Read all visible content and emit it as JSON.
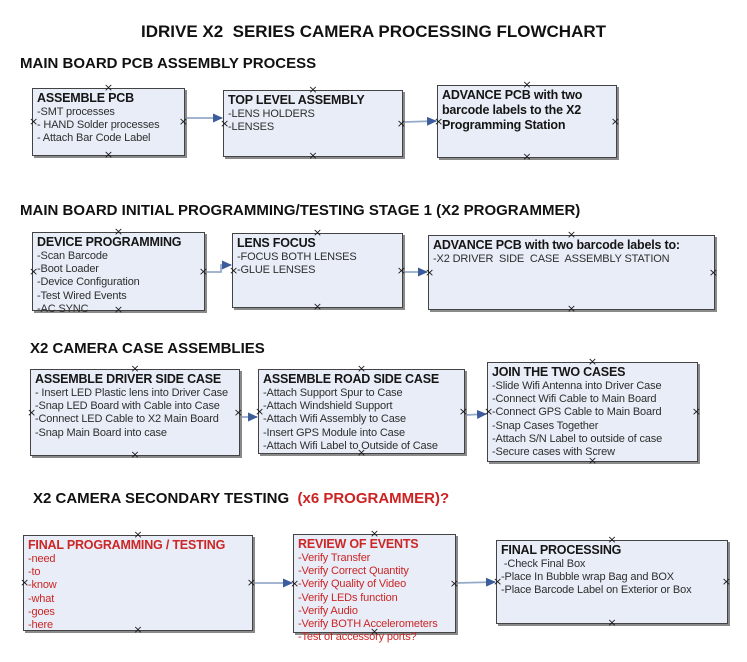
{
  "title": "IDRIVE X2  SERIES CAMERA PROCESSING FLOWCHART",
  "colors": {
    "box_fill": "#e8edf7",
    "box_border": "#434343",
    "arrow_line": "#95aac8",
    "arrow_head": "#3c5c9c",
    "red_text": "#cc2626",
    "black_text": "#151515"
  },
  "handle_glyph": "×",
  "sections": [
    {
      "heading": {
        "text": "MAIN BOARD PCB ASSEMBLY PROCESS",
        "suffix": ""
      },
      "boxes": [
        {
          "title": "ASSEMBLE PCB",
          "items": [
            "-SMT processes",
            "- HAND Solder processes",
            "- Attach Bar Code Label"
          ]
        },
        {
          "title": "TOP LEVEL ASSEMBLY",
          "items": [
            "-LENS HOLDERS",
            "-LENSES"
          ]
        },
        {
          "title": "ADVANCE PCB with two barcode labels to the  X2 Programming Station",
          "items": [],
          "wrap_title": true
        }
      ]
    },
    {
      "heading": {
        "text": "MAIN BOARD INITIAL PROGRAMMING/TESTING STAGE 1 (X2 PROGRAMMER)",
        "suffix": ""
      },
      "boxes": [
        {
          "title": "DEVICE PROGRAMMING",
          "items": [
            "-Scan Barcode",
            "-Boot Loader",
            "-Device Configuration",
            "-Test Wired Events",
            "-AC SYNC"
          ]
        },
        {
          "title": "LENS FOCUS",
          "items": [
            "-FOCUS BOTH LENSES",
            "-GLUE LENSES"
          ]
        },
        {
          "title": "ADVANCE PCB with two barcode labels to:",
          "items": [
            "-X2 DRIVER  SIDE  CASE  ASSEMBLY STATION"
          ]
        }
      ]
    },
    {
      "heading": {
        "text": "X2 CAMERA CASE ASSEMBLIES",
        "suffix": ""
      },
      "boxes": [
        {
          "title": "ASSEMBLE DRIVER SIDE CASE",
          "items": [
            "- Insert LED Plastic lens into Driver Case",
            "-Snap LED Board with Cable into Case",
            "-Connect LED Cable to X2 Main Board",
            "-Snap Main Board into case"
          ]
        },
        {
          "title": "ASSEMBLE ROAD SIDE CASE",
          "items": [
            "-Attach Support Spur to Case",
            "-Attach Windshield Support",
            "-Attach Wifi Assembly to Case",
            "-Insert GPS Module into Case",
            "-Attach Wifi Label to Outside of Case"
          ]
        },
        {
          "title": "JOIN THE TWO CASES",
          "items": [
            "-Slide Wifi Antenna into Driver Case",
            "-Connect Wifi Cable to Main Board",
            "-Connect GPS Cable to Main Board",
            "-Snap Cases Together",
            "-Attach S/N Label to outside of case",
            "-Secure cases with Screw"
          ]
        }
      ]
    },
    {
      "heading": {
        "text": "X2 CAMERA SECONDARY TESTING",
        "suffix": "  (x6 PROGRAMMER)?"
      },
      "boxes": [
        {
          "title": "FINAL PROGRAMMING / TESTING",
          "color": "red",
          "items": [
            "-need",
            "-to",
            "-know",
            "-what",
            "-goes",
            "-here"
          ]
        },
        {
          "title": "REVIEW OF EVENTS",
          "color": "red",
          "items": [
            "-Verify Transfer",
            "-Verify Correct Quantity",
            "-Verify Quality of Video",
            "-Verify LEDs function",
            "-Verify Audio",
            "-Verify BOTH Accelerometers",
            "-Test of accessory ports?"
          ]
        },
        {
          "title": "FINAL PROCESSING",
          "items": [
            " -Check Final Box",
            "-Place In Bubble wrap Bag and BOX",
            "-Place Barcode Label on Exterior or Box"
          ]
        }
      ]
    }
  ]
}
